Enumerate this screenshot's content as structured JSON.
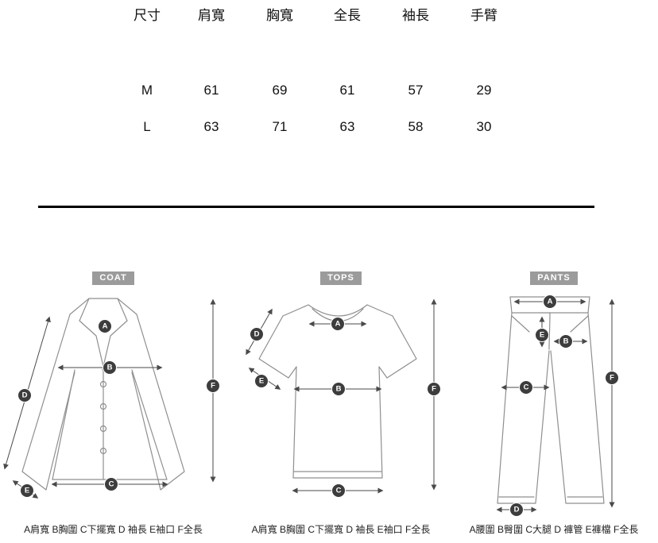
{
  "size_table": {
    "headers": [
      "尺寸",
      "肩寬",
      "胸寬",
      "全長",
      "袖長",
      "手臂"
    ],
    "rows": [
      {
        "size": "M",
        "values": [
          "61",
          "69",
          "61",
          "57",
          "29"
        ]
      },
      {
        "size": "L",
        "values": [
          "63",
          "71",
          "63",
          "58",
          "30"
        ]
      }
    ]
  },
  "marker_letters": [
    "A",
    "B",
    "C",
    "D",
    "E",
    "F"
  ],
  "diagrams": {
    "coat": {
      "label": "COAT",
      "caption": "A肩寬 B胸圍 C下擺寬 D 袖長 E袖口 F全長"
    },
    "tops": {
      "label": "TOPS",
      "caption": "A肩寬 B胸圍 C下擺寬 D 袖長 E袖口 F全長"
    },
    "pants": {
      "label": "PANTS",
      "caption": "A腰圍 B臀圍 C大腿 D 褲管 E褲檔 F全長"
    }
  },
  "colors": {
    "divider": "#000000",
    "label_bg": "#9b9b9b",
    "marker_bg": "#3d3d3d",
    "garment_line": "#8f8f8f",
    "measure_line": "#4a4a4a"
  }
}
